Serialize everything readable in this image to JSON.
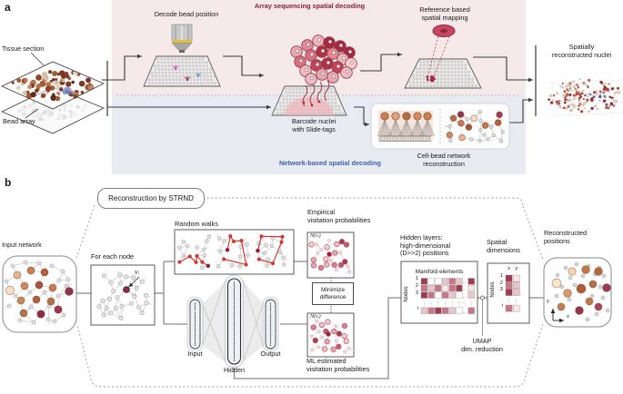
{
  "palette": {
    "pink_bg": "#f5e9e9",
    "blue_bg": "#e9ebf3",
    "maroon": "#8c1c3e",
    "blue": "#3d5fa8",
    "ink": "#1a1a1a",
    "walk_red": "#da3127",
    "heat_dark": "#a03b50",
    "heat_med": "#c87686",
    "heat_light": "#e8c4cb",
    "heat_xlight": "#f7e6e9"
  },
  "panel_a": {
    "label": "a",
    "tissue_section": "Tissue section",
    "bead_array": "Bead array",
    "decode": "Decode bead position",
    "array_title": "Array sequencing spatial decoding",
    "reference": "Reference based\nspatial mapping",
    "barcode": "Barcode nuclei\nwith Slide-tags",
    "cellbead": "Cell-bead network\nreconstruction",
    "network_title": "Network-based spatial decoding",
    "spatially": "Spatially\nreconstructed nuclei"
  },
  "panel_b": {
    "label": "b",
    "strnd": "Reconstruction by STRND",
    "input_network": "Input network",
    "for_each_node": "For each node",
    "node_var": "vᵢ",
    "random_walks": "Random walks",
    "empirical": "Empirical\nvisitation probabilities",
    "visitation_set": "N(vᵢ)",
    "minimize": "Minimize\ndifference",
    "ml": "ML estimated\nvisitation probabilities",
    "nn_input": "Input",
    "nn_hidden": "Hidden",
    "nn_output": "Output",
    "hidden_layers": "Hidden layers:\nhigh-dimensional\n(D>>2) positions",
    "manifold": "Manifold elements",
    "nodes": "Nodes",
    "row_labels": [
      "1",
      "2",
      "3",
      "i"
    ],
    "axis_labels": [
      "x",
      "y"
    ],
    "spatial_dims": "Spatial\ndimensions",
    "umap": "UMAP\ndim. reduction",
    "reconstructed": "Reconstructed\npositions",
    "dots": {
      "v": "⋮",
      "h": "‥",
      "d": "⋱"
    },
    "manifold_matrix": [
      [
        "#a03b50",
        "#ffffff",
        "#ffffff",
        "#e8c4cb",
        "#c87686",
        "#e8c4cb",
        "#a03b50"
      ],
      [
        "#c87686",
        "#e8c4cb",
        "#c87686",
        "#f7e6e9",
        "#c87686",
        "#a03b50",
        "#f7e6e9"
      ],
      [
        "#a03b50",
        "#c87686",
        "#ffffff",
        "#c87686",
        "#e8c4cb",
        "#ffffff",
        "#e8c4cb"
      ],
      [
        "#e8c4cb",
        "#c87686",
        "#a03b50",
        "#c87686",
        "#e8c4cb",
        "#ffffff",
        "#c87686"
      ]
    ],
    "spatial_matrix": [
      [
        "#a03b50",
        "#f7e6e9"
      ],
      [
        "#c87686",
        "#e8c4cb"
      ],
      [
        "#a03b50",
        "#e8c4cb"
      ],
      [
        "#c87686",
        "#f7e6e9"
      ]
    ]
  }
}
